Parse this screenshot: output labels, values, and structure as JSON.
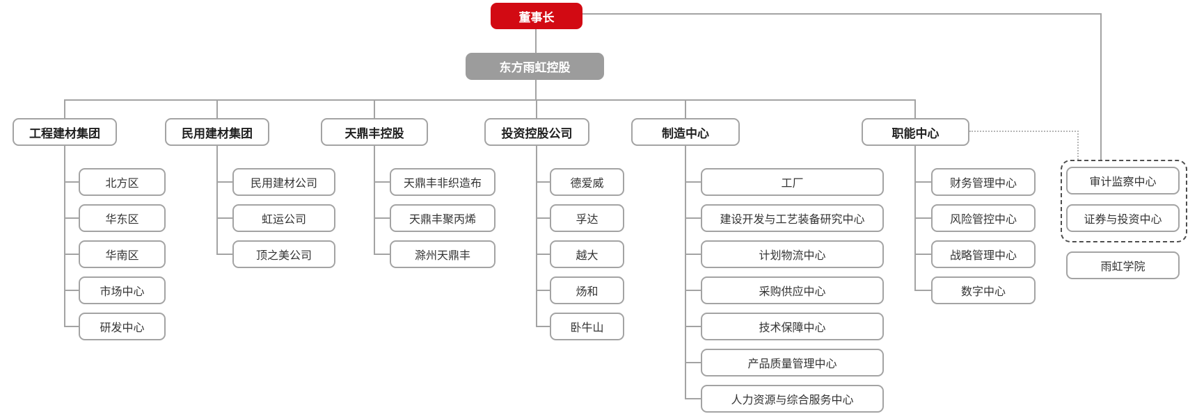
{
  "org_chart": {
    "type": "org-tree",
    "root": {
      "label": "董事长"
    },
    "holding": {
      "label": "东方雨虹控股"
    },
    "branches": [
      {
        "label": "工程建材集团",
        "children": [
          "北方区",
          "华东区",
          "华南区",
          "市场中心",
          "研发中心"
        ]
      },
      {
        "label": "民用建材集团",
        "children": [
          "民用建材公司",
          "虹运公司",
          "顶之美公司"
        ]
      },
      {
        "label": "天鼎丰控股",
        "children": [
          "天鼎丰非织造布",
          "天鼎丰聚丙烯",
          "滁州天鼎丰"
        ]
      },
      {
        "label": "投资控股公司",
        "children": [
          "德爱威",
          "孚达",
          "越大",
          "炀和",
          "卧牛山"
        ]
      },
      {
        "label": "制造中心",
        "children": [
          "工厂",
          "建设开发与工艺装备研究中心",
          "计划物流中心",
          "采购供应中心",
          "技术保障中心",
          "产品质量管理中心",
          "人力资源与综合服务中心"
        ]
      },
      {
        "label": "职能中心",
        "children": [
          "财务管理中心",
          "风险管控中心",
          "战略管理中心",
          "数字中心"
        ]
      }
    ],
    "board_direct": {
      "dashed_group_children": [
        "审计监察中心",
        "证券与投资中心"
      ],
      "standalone": [
        "雨虹学院"
      ]
    },
    "colors": {
      "chairman_bg": "#d20a13",
      "holding_bg": "#9c9c9c",
      "box_border": "#a3a3a3",
      "dashed_border": "#4d4d4d",
      "text": "#333333"
    }
  }
}
